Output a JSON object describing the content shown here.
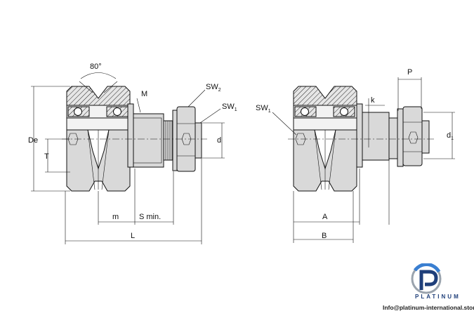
{
  "labels": {
    "angle": "80°",
    "M": "M",
    "SW2_main": "SW",
    "SW2_sub": "2",
    "SW1_main": "SW",
    "SW1_sub": "1",
    "d": "d",
    "De": "De",
    "T": "T",
    "m": "m",
    "S_min": "S min.",
    "L": "L",
    "SW1_right_main": "SW",
    "SW1_right_sub": "1",
    "P": "P",
    "k": "k",
    "d1_main": "d",
    "d1_sub": "1",
    "A": "A",
    "B": "B"
  },
  "brand": {
    "name": "PLATINUM",
    "email": "Info@platinum-international.store",
    "colors": {
      "primary": "#1f3f7a",
      "accent": "#3a7fd1",
      "shadow": "#9aa3ad"
    }
  }
}
